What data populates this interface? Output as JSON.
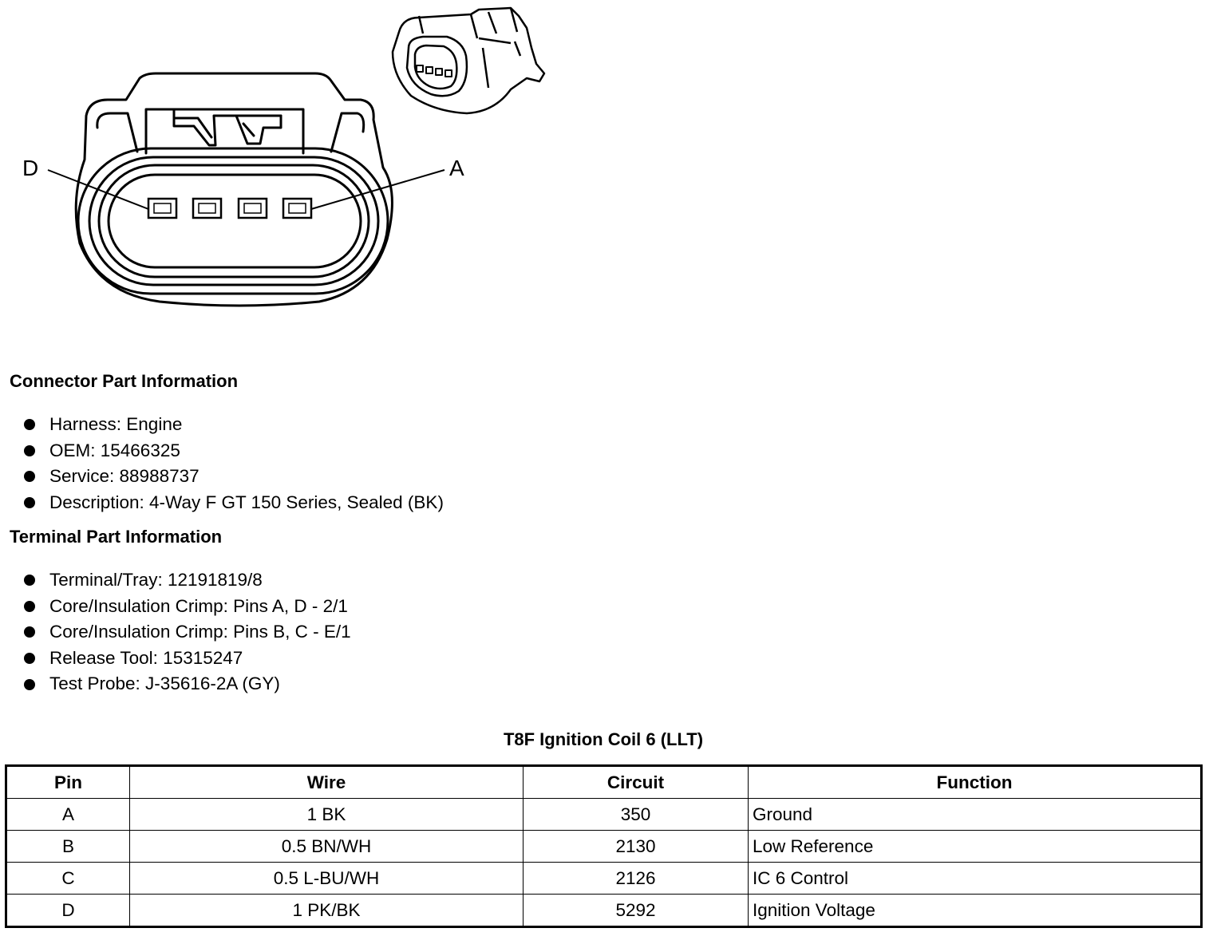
{
  "diagram": {
    "pin_labels": {
      "left": "D",
      "right": "A"
    }
  },
  "connector_info": {
    "heading": "Connector Part Information",
    "items": [
      "Harness: Engine",
      "OEM: 15466325",
      "Service: 88988737",
      "Description: 4-Way F GT 150 Series, Sealed (BK)"
    ]
  },
  "terminal_info": {
    "heading": "Terminal Part Information",
    "items": [
      "Terminal/Tray: 12191819/8",
      "Core/Insulation Crimp: Pins A, D - 2/1",
      "Core/Insulation Crimp: Pins B, C - E/1",
      "Release Tool: 15315247",
      "Test Probe: J-35616-2A (GY)"
    ]
  },
  "table": {
    "title": "T8F Ignition Coil 6 (LLT)",
    "headers": [
      "Pin",
      "Wire",
      "Circuit",
      "Function"
    ],
    "rows": [
      [
        "A",
        "1 BK",
        "350",
        "Ground"
      ],
      [
        "B",
        "0.5 BN/WH",
        "2130",
        "Low Reference"
      ],
      [
        "C",
        "0.5 L-BU/WH",
        "2126",
        "IC 6 Control"
      ],
      [
        "D",
        "1 PK/BK",
        "5292",
        "Ignition Voltage"
      ]
    ]
  }
}
